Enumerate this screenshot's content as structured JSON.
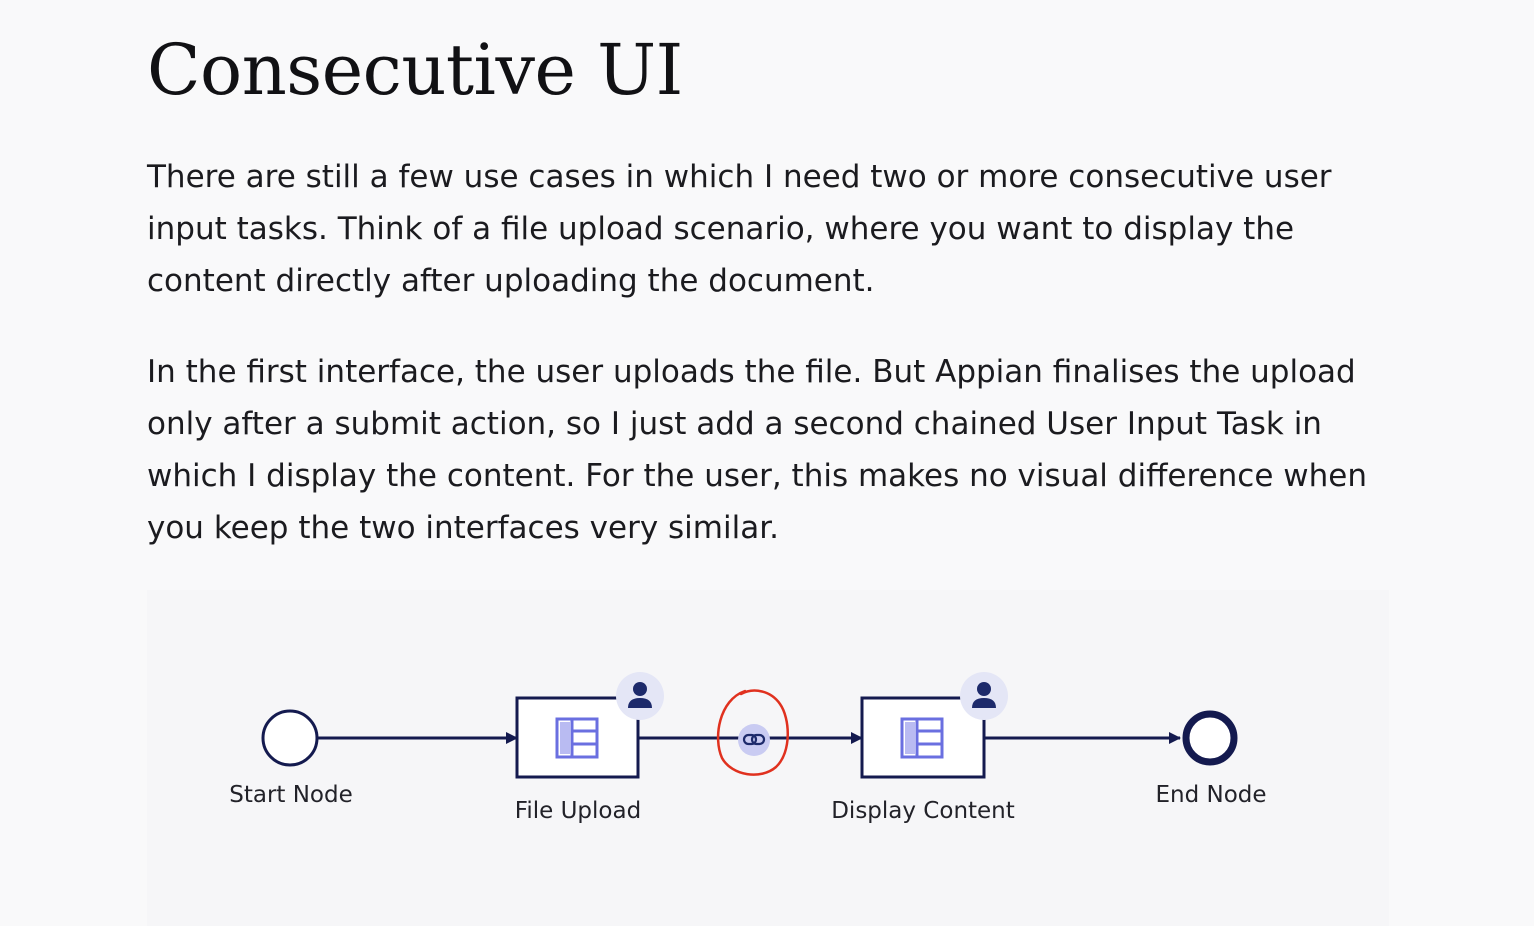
{
  "article": {
    "title": "Consecutive UI",
    "paragraphs": [
      "There are still a few use cases in which I need two or more consecutive user input tasks. Think of a file upload scenario, where you want to display the content directly after uploading the document.",
      "In the first interface, the user uploads the file. But Appian finalises the upload only after a submit action, so I just add a second chained User Input Task in which I display the content. For the user, this makes no visual difference when you keep the two interfaces very similar."
    ]
  },
  "diagram": {
    "nodes": {
      "start": {
        "label": "Start Node",
        "type": "start-event"
      },
      "file_upload": {
        "label": "File Upload",
        "type": "user-input-task",
        "icon": "interface-icon",
        "badge_icon": "user-icon"
      },
      "display_content": {
        "label": "Display Content",
        "type": "user-input-task",
        "icon": "interface-icon",
        "badge_icon": "user-icon"
      },
      "end": {
        "label": "End Node",
        "type": "end-event"
      }
    },
    "flows": [
      {
        "from": "Start Node",
        "to": "File Upload"
      },
      {
        "from": "File Upload",
        "to": "Display Content",
        "chained": true,
        "icon": "link-icon",
        "highlight": "red-circle-annotation"
      },
      {
        "from": "Display Content",
        "to": "End Node"
      }
    ],
    "colors": {
      "line": "#141a4f",
      "node_fill": "#ffffff",
      "task_icon": "#6a6fe0",
      "badge_bg": "#e4e6f6",
      "badge_icon": "#1d2a6b",
      "link_bg": "#c9cbf2",
      "annotation": "#e0311f"
    }
  }
}
